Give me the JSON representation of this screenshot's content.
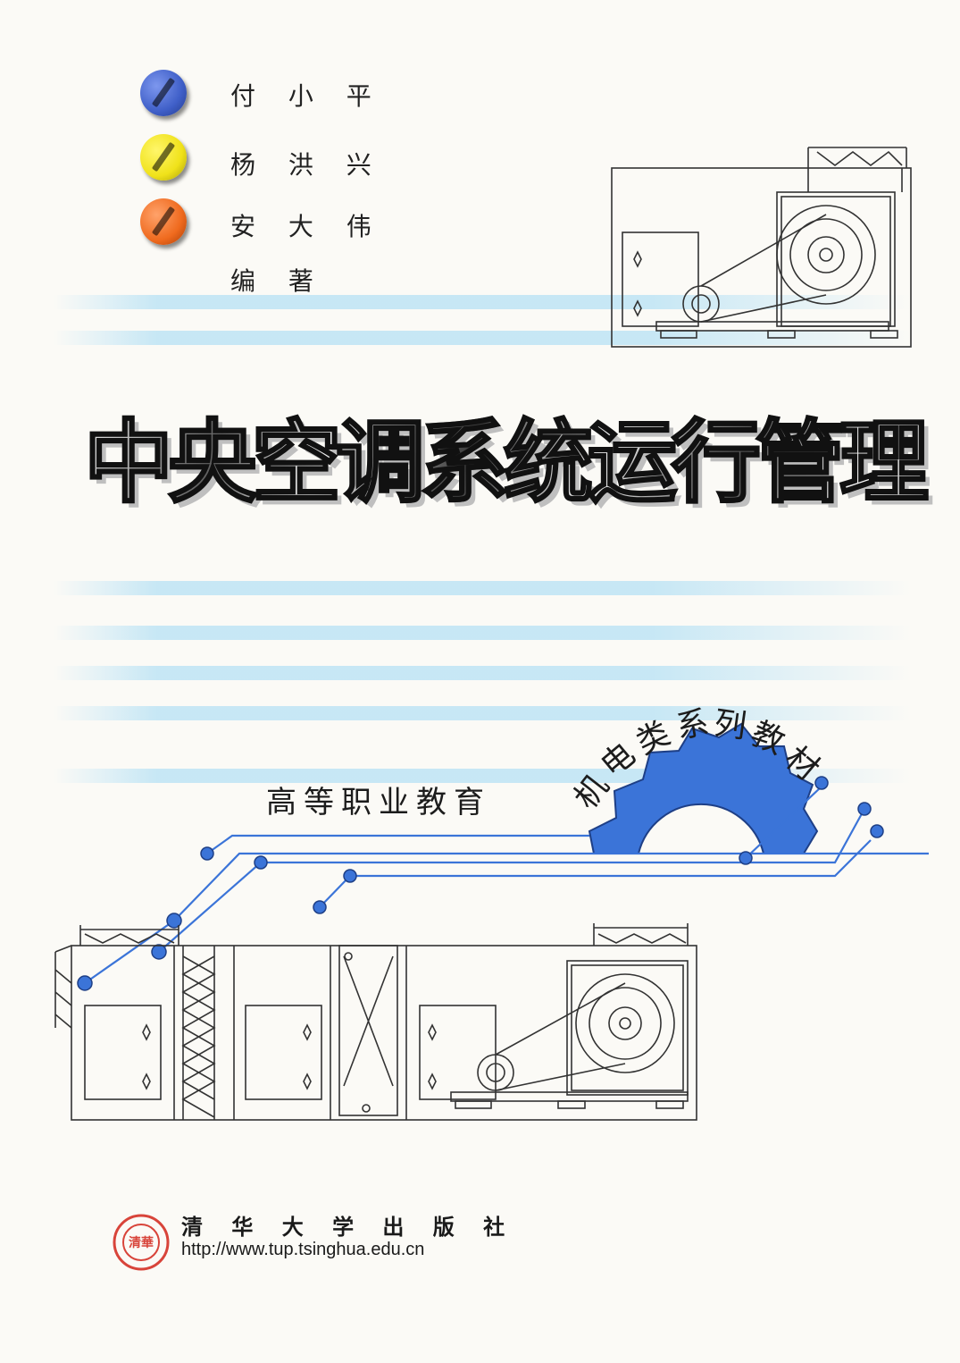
{
  "authors": [
    "付 小 平",
    "杨 洪 兴",
    "安 大 伟"
  ],
  "editor_role": "编 著",
  "title": "中央空调系统运行管理",
  "subtitle": "高等职业教育",
  "series": "机电类系列教材",
  "publisher": "清 华 大 学 出 版 社",
  "publisher_url": "http://www.tup.tsinghua.edu.cn",
  "logo_text": "清華",
  "colors": {
    "screw_blue": "#3f5fc8",
    "screw_yellow": "#f0e21a",
    "screw_orange": "#ef6a1e",
    "gear_blue": "#3b74d8",
    "stripe": "#bee4f5"
  }
}
